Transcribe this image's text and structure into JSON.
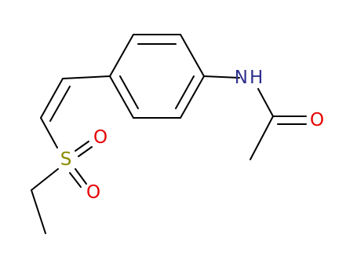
{
  "molecule": {
    "atoms": {
      "nitrogen": {
        "label": "N",
        "suffix": "H",
        "color": "#30308e"
      },
      "carbonyl_oxygen": {
        "label": "O",
        "color": "#e60000"
      },
      "sulfur": {
        "label": "S",
        "color": "#8a8a00"
      },
      "sulfonyl_oxygen_top": {
        "label": "O",
        "color": "#e60000"
      },
      "sulfonyl_oxygen_bottom": {
        "label": "O",
        "color": "#e60000"
      }
    },
    "bond_color": "#000000"
  }
}
